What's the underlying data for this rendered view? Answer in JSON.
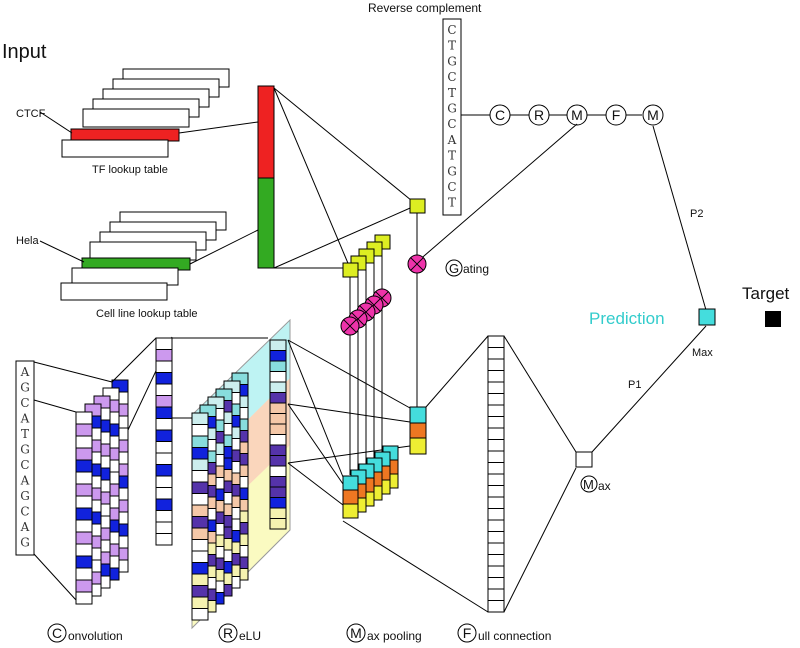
{
  "labels": {
    "input": "Input",
    "ctcf": "CTCF",
    "tf_lookup": "TF lookup table",
    "hela": "Hela",
    "cell_lookup": "Cell line lookup table",
    "reverse_complement": "Reverse complement",
    "gating_initial": "G",
    "gating_rest": "ating",
    "prediction": "Prediction",
    "target": "Target",
    "p1": "P1",
    "p2": "P2",
    "max_small": "Max",
    "max_node_initial": "M",
    "max_node_rest": "ax"
  },
  "sequences": {
    "input": [
      "A",
      "G",
      "C",
      "A",
      "T",
      "G",
      "C",
      "A",
      "G",
      "C",
      "A",
      "G"
    ],
    "reverse": [
      "C",
      "T",
      "G",
      "C",
      "T",
      "G",
      "C",
      "A",
      "T",
      "G",
      "C",
      "T"
    ]
  },
  "pipeline": [
    "C",
    "R",
    "M",
    "F",
    "M"
  ],
  "legend": [
    {
      "initial": "C",
      "rest": "onvolution"
    },
    {
      "initial": "R",
      "rest": "eLU"
    },
    {
      "initial": "M",
      "rest": "ax pooling"
    },
    {
      "initial": "F",
      "rest": "ull connection"
    }
  ],
  "colors": {
    "red": "#ee2222",
    "green": "#33aa22",
    "yellowgreen": "#ddee22",
    "magenta": "#ee33aa",
    "cyan": "#44dddd",
    "orange": "#ee7722",
    "yellow": "#eeee33",
    "blue": "#1122dd",
    "purple": "#5533aa",
    "lavender": "#cc99ee",
    "prediction": "#33cccc"
  }
}
